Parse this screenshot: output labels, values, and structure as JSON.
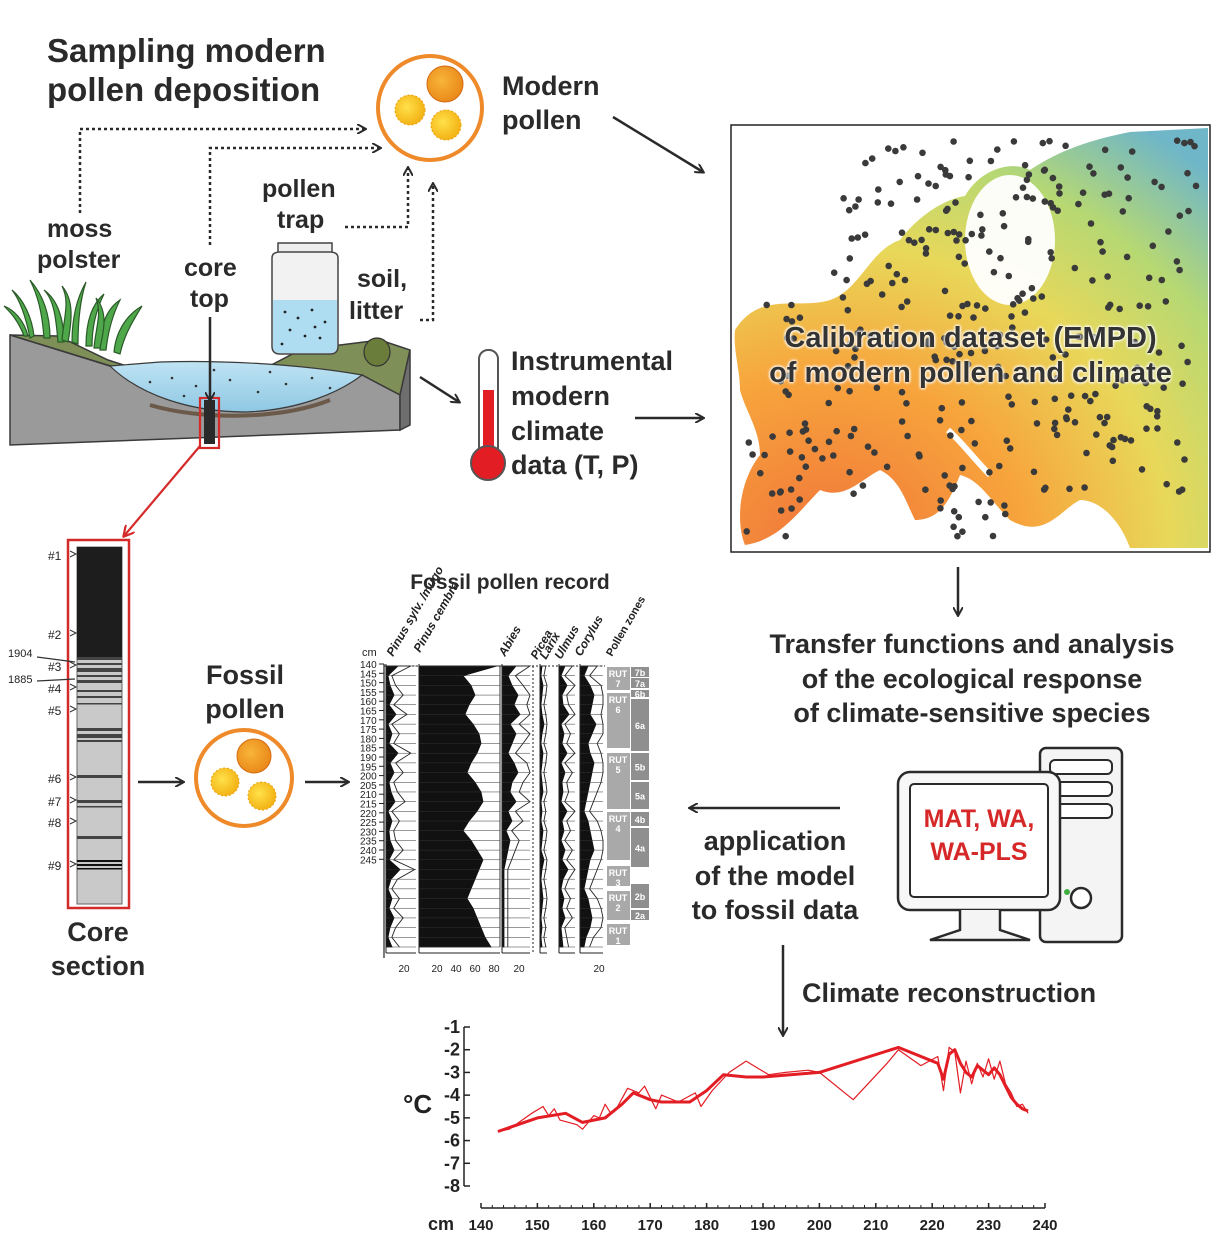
{
  "labels": {
    "title_line1": "Sampling modern",
    "title_line2": "pollen deposition",
    "modern_pollen_1": "Modern",
    "modern_pollen_2": "pollen",
    "pollen_trap_1": "pollen",
    "pollen_trap_2": "trap",
    "moss_1": "moss",
    "moss_2": "polster",
    "core_top_1": "core",
    "core_top_2": "top",
    "soil_1": "soil,",
    "soil_2": "litter",
    "instr_1": "Instrumental",
    "instr_2": "modern",
    "instr_3": "climate",
    "instr_4": "data (T, P)",
    "calib_1": "Calibration dataset (EMPD)",
    "calib_2": "of modern pollen and climate",
    "transfer_1": "Transfer functions and analysis",
    "transfer_2": "of the ecological response",
    "transfer_3": "of climate-sensitive species",
    "models_1": "MAT, WA,",
    "models_2": "WA-PLS",
    "application_1": "application",
    "application_2": "of the model",
    "application_3": "to fossil data",
    "fossil_pollen_1": "Fossil",
    "fossil_pollen_2": "pollen",
    "core_section_1": "Core",
    "core_section_2": "section",
    "fossil_record_title": "Fossil pollen record",
    "climate_recon": "Climate reconstruction"
  },
  "core_section": {
    "markers": [
      "#1",
      "#2",
      "#3",
      "#4",
      "#5",
      "#6",
      "#7",
      "#8",
      "#9"
    ],
    "years": [
      "1904",
      "1885"
    ]
  },
  "pollen_diagram": {
    "depth_unit": "cm",
    "depth_ticks": [
      "140",
      "145",
      "150",
      "155",
      "160",
      "165",
      "170",
      "175",
      "180",
      "185",
      "190",
      "195",
      "200",
      "205",
      "210",
      "215",
      "220",
      "225",
      "230",
      "235",
      "240",
      "245"
    ],
    "taxa": [
      "Pinus sylv. /mugo",
      "Pinus cembra",
      "Abies",
      "Picea",
      "Larix",
      "Ulmus",
      "Corylus"
    ],
    "zones_header": "Pollen zones",
    "zones": [
      "RUT 7",
      "RUT 6",
      "RUT 5",
      "RUT 4",
      "RUT 3",
      "RUT 2",
      "RUT 1"
    ],
    "subzones": [
      "7b",
      "7a",
      "6b",
      "6a",
      "5b",
      "5a",
      "4b",
      "4a",
      "2b",
      "2a"
    ],
    "x_ticks": {
      "pinus_sylv": [
        "20"
      ],
      "pinus_cembra": [
        "20",
        "40",
        "60",
        "80"
      ],
      "abies": [
        "20"
      ],
      "corylus": [
        "20"
      ]
    }
  },
  "chart_data": {
    "type": "line",
    "ylabel": "°C",
    "xlabel": "cm",
    "xlim": [
      140,
      240
    ],
    "ylim": [
      -8,
      -1
    ],
    "x_ticks": [
      140,
      150,
      160,
      170,
      180,
      190,
      200,
      210,
      220,
      230,
      240
    ],
    "y_ticks": [
      -1,
      -2,
      -3,
      -4,
      -5,
      -6,
      -7,
      -8
    ],
    "series": [
      {
        "color": "#e31d24",
        "style": "thick",
        "x": [
          143,
          150,
          155,
          158,
          162,
          165,
          167,
          170,
          172,
          177,
          180,
          183,
          187,
          190,
          200,
          214,
          221,
          222,
          223,
          224,
          225,
          226,
          227,
          228,
          229,
          230,
          231,
          232,
          233,
          234,
          235,
          236,
          237
        ],
        "y": [
          -5.6,
          -5.0,
          -4.8,
          -5.2,
          -5.0,
          -4.4,
          -3.9,
          -4.2,
          -4.3,
          -4.3,
          -3.8,
          -3.1,
          -3.2,
          -3.2,
          -3.0,
          -1.9,
          -2.6,
          -3.3,
          -2.2,
          -2.0,
          -2.6,
          -3.0,
          -3.2,
          -2.7,
          -2.9,
          -3.1,
          -2.8,
          -3.1,
          -3.6,
          -4.1,
          -4.4,
          -4.6,
          -4.7
        ]
      },
      {
        "color": "#e31d24",
        "style": "thin",
        "x": [
          143,
          145,
          149,
          151,
          152,
          153,
          154,
          157,
          158,
          160,
          161,
          162,
          163,
          164,
          166,
          168,
          169,
          171,
          172,
          175,
          178,
          179,
          181,
          184,
          187,
          191,
          194,
          198,
          200,
          206,
          212,
          214,
          218,
          221,
          222,
          223,
          224,
          225,
          226,
          227,
          228,
          229,
          230,
          231,
          232,
          233,
          234,
          235,
          236,
          237
        ],
        "y": [
          -5.6,
          -5.5,
          -4.8,
          -4.5,
          -4.9,
          -4.6,
          -5.1,
          -5.3,
          -5.5,
          -4.9,
          -5.0,
          -4.4,
          -4.8,
          -4.6,
          -3.7,
          -3.9,
          -3.6,
          -4.6,
          -4.0,
          -4.3,
          -3.9,
          -4.5,
          -3.8,
          -3.0,
          -2.5,
          -3.1,
          -3.0,
          -2.9,
          -3.0,
          -4.2,
          -2.6,
          -2.0,
          -2.7,
          -2.3,
          -3.8,
          -1.9,
          -2.1,
          -3.9,
          -2.5,
          -3.5,
          -2.6,
          -3.2,
          -2.4,
          -3.3,
          -2.5,
          -3.5,
          -3.9,
          -4.5,
          -4.4,
          -4.8
        ]
      }
    ]
  }
}
